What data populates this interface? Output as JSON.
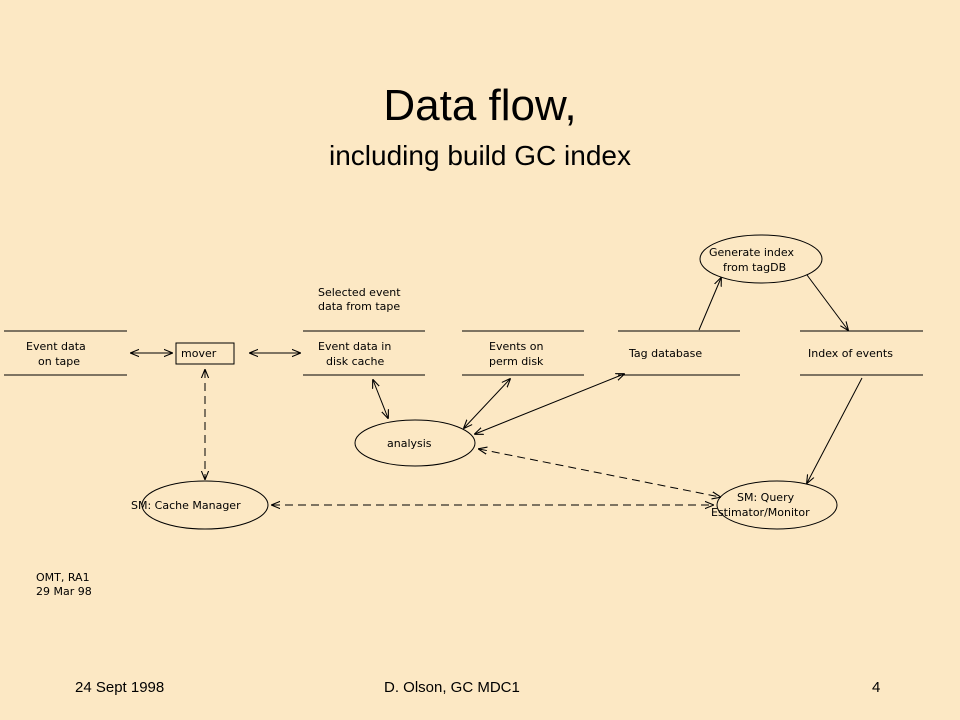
{
  "slide": {
    "title": "Data flow,",
    "subtitle": "including build GC index",
    "footer_date": "24 Sept 1998",
    "footer_author": "D. Olson, GC MDC1",
    "page_number": "4"
  },
  "diagram": {
    "stores": {
      "event_tape": [
        "Event data",
        "on tape"
      ],
      "disk_cache": [
        "Event data in",
        "disk cache"
      ],
      "perm_disk": [
        "Events on",
        "perm disk"
      ],
      "tag_db": "Tag database",
      "index_events": "Index of events"
    },
    "processes": {
      "mover": "mover",
      "analysis": "analysis",
      "generate_index": [
        "Generate index",
        "from tagDB"
      ],
      "cache_manager": "SM: Cache Manager",
      "query_estimator": [
        "SM: Query",
        "Estimator/Monitor"
      ]
    },
    "annotations": {
      "selected_event": [
        "Selected event",
        "data from tape"
      ],
      "omt_note": [
        "OMT, RA1",
        "29 Mar 98"
      ]
    }
  }
}
